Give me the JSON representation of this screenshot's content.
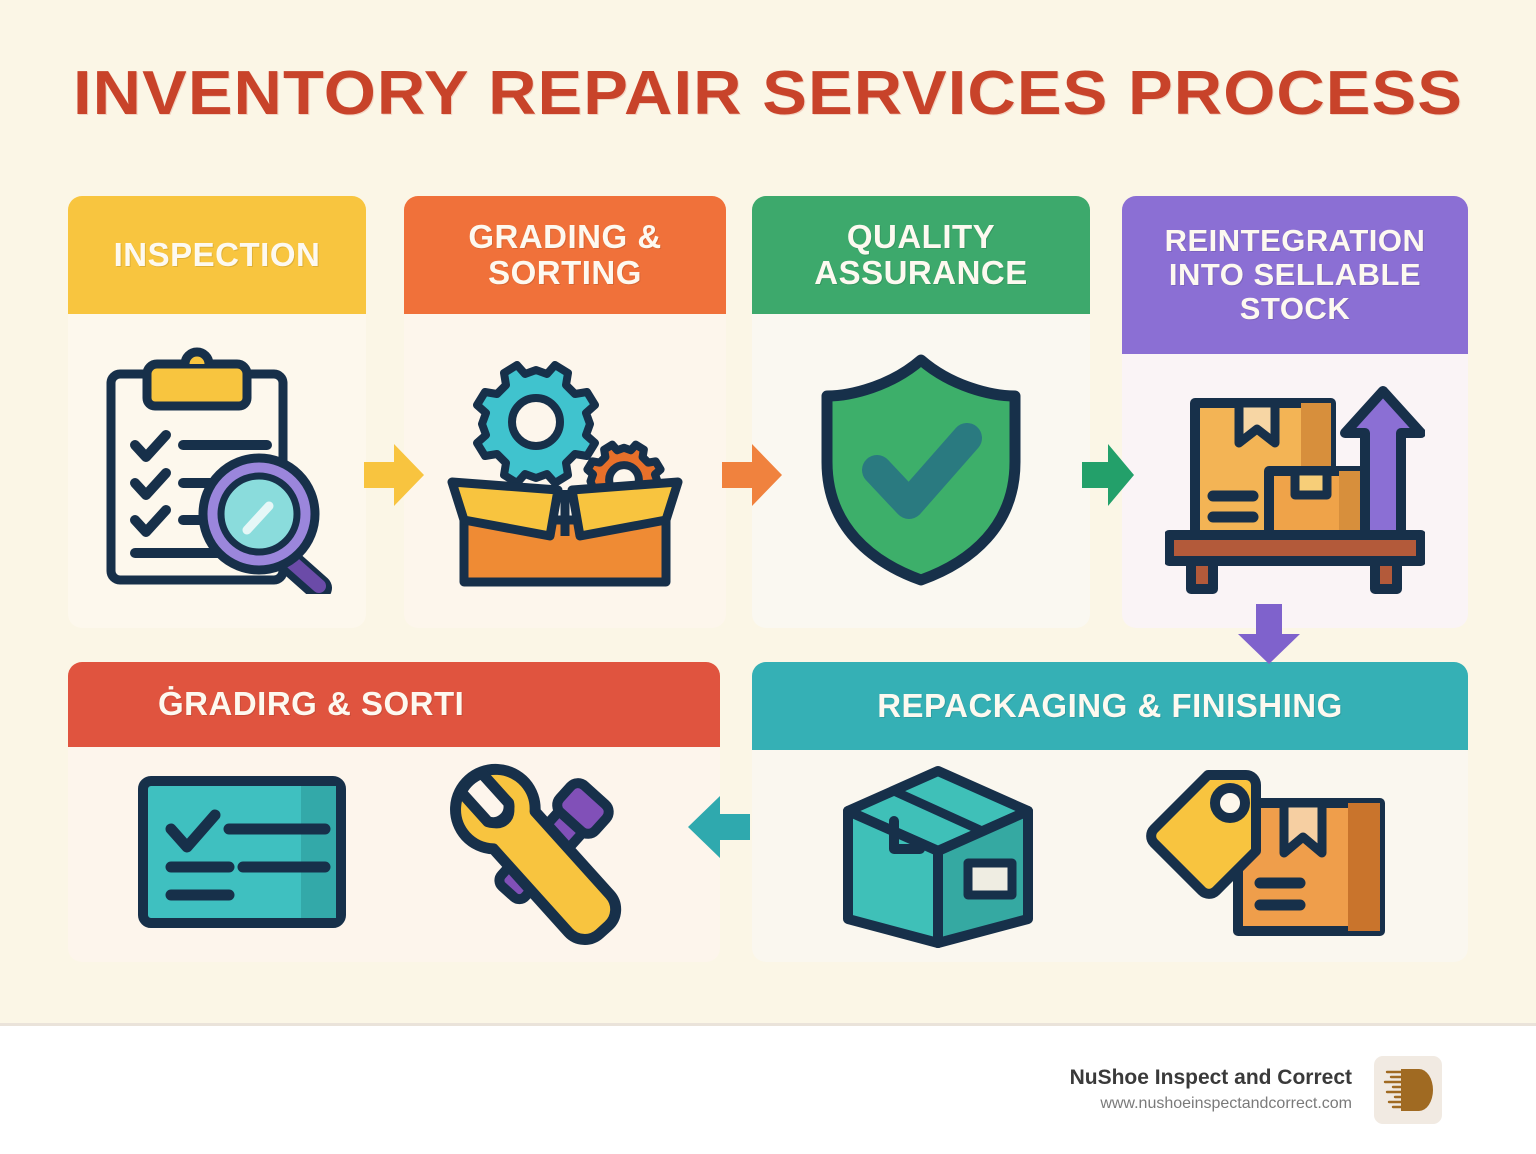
{
  "page": {
    "title": "INVENTORY REPAIR SERVICES PROCESS",
    "background_color": "#FBF6E6",
    "title_color": "#C8432A"
  },
  "steps": [
    {
      "id": "inspection",
      "label": "INSPECTION",
      "header_color": "#F8C53F",
      "icon": "clipboard-magnifier-icon"
    },
    {
      "id": "grading-sorting",
      "label": "GRADING & SORTING",
      "header_color": "#F0713A",
      "icon": "open-box-gears-icon"
    },
    {
      "id": "quality-assurance",
      "label": "QUALITY ASSURANCE",
      "header_color": "#3DA96C",
      "icon": "shield-check-icon"
    },
    {
      "id": "reintegration",
      "label": "REINTEGRATION INTO SELLABLE STOCK",
      "header_color": "#8B6FD4",
      "icon": "boxes-on-shelf-up-arrow-icon"
    },
    {
      "id": "grading-sorti",
      "label": "ĠRADIRG & SORTI",
      "header_color": "#E0543F",
      "icon": "checklist-wrench-screwdriver-icon"
    },
    {
      "id": "repackaging-finishing",
      "label": "REPACKAGING & FINISHING",
      "header_color": "#35B0B5",
      "icon": "sealed-box-tag-icon"
    }
  ],
  "arrows": [
    {
      "id": "arrow-1",
      "direction": "right",
      "color": "#F8C53F"
    },
    {
      "id": "arrow-2",
      "direction": "right",
      "color": "#F0823E"
    },
    {
      "id": "arrow-3",
      "direction": "right",
      "color": "#23A06A"
    },
    {
      "id": "arrow-4",
      "direction": "down",
      "color": "#7F62CC"
    },
    {
      "id": "arrow-5",
      "direction": "left",
      "color": "#2FA9AE"
    }
  ],
  "footer": {
    "brand_name": "NuShoe Inspect and Correct",
    "url": "www.nushoeinspectandcorrect.com",
    "logo_color": "#A06A22"
  }
}
